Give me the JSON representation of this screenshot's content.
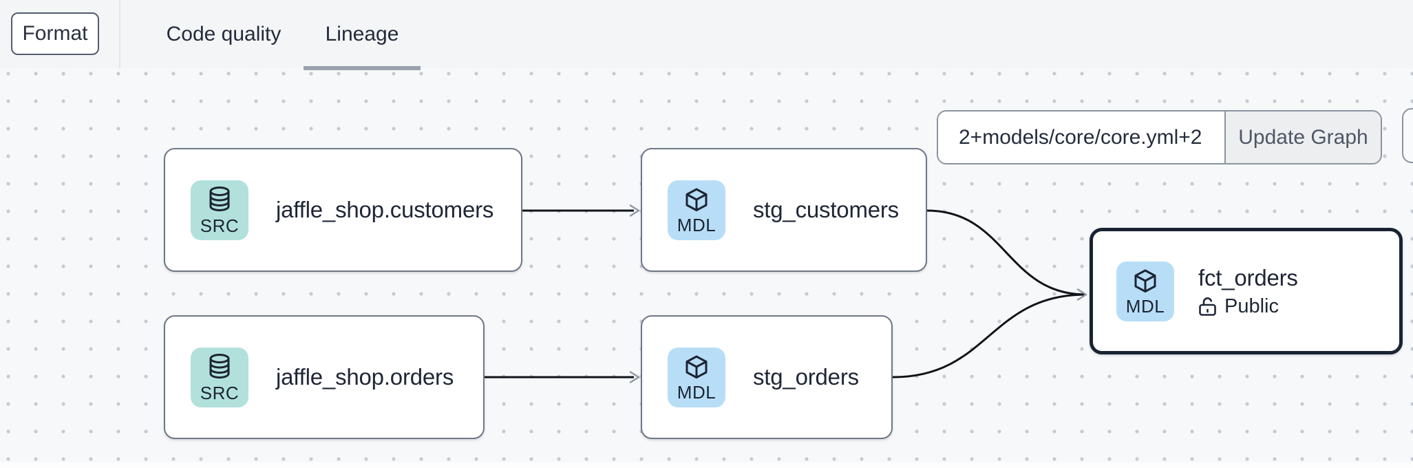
{
  "header": {
    "format_button": "Format",
    "tabs": [
      {
        "label": "Code quality",
        "active": false
      },
      {
        "label": "Lineage",
        "active": true
      }
    ]
  },
  "controls": {
    "selector_input_value": "2+models/core/core.yml+2",
    "update_graph_button": "Update Graph"
  },
  "graph": {
    "nodes": [
      {
        "id": "jaffle_shop.customers",
        "title": "jaffle_shop.customers",
        "badge": "SRC",
        "icon": "database-icon",
        "kind": "source"
      },
      {
        "id": "stg_customers",
        "title": "stg_customers",
        "badge": "MDL",
        "icon": "cube-icon",
        "kind": "model"
      },
      {
        "id": "jaffle_shop.orders",
        "title": "jaffle_shop.orders",
        "badge": "SRC",
        "icon": "database-icon",
        "kind": "source"
      },
      {
        "id": "stg_orders",
        "title": "stg_orders",
        "badge": "MDL",
        "icon": "cube-icon",
        "kind": "model"
      },
      {
        "id": "fct_orders",
        "title": "fct_orders",
        "badge": "MDL",
        "icon": "cube-icon",
        "kind": "model",
        "access": "Public",
        "access_icon": "unlock-icon",
        "selected": true
      }
    ],
    "edges": [
      {
        "from": "jaffle_shop.customers",
        "to": "stg_customers"
      },
      {
        "from": "jaffle_shop.orders",
        "to": "stg_orders"
      },
      {
        "from": "stg_customers",
        "to": "fct_orders"
      },
      {
        "from": "stg_orders",
        "to": "fct_orders"
      }
    ]
  },
  "colors": {
    "topbar_bg": "#f4f5f6",
    "canvas_bg": "#f7f8fa",
    "dot_grid": "#c6cad1",
    "tab_underline": "#9aa2ae",
    "node_border": "#6e7787",
    "selected_node_border": "#1a2333",
    "source_badge_bg": "#b2e1dc",
    "model_badge_bg": "#b8def7",
    "edge_stroke": "#111318",
    "arrowhead": "#9098a4",
    "button_bg": "#edeef0",
    "text_dark": "#1e2636",
    "text_muted": "#4d5766"
  }
}
